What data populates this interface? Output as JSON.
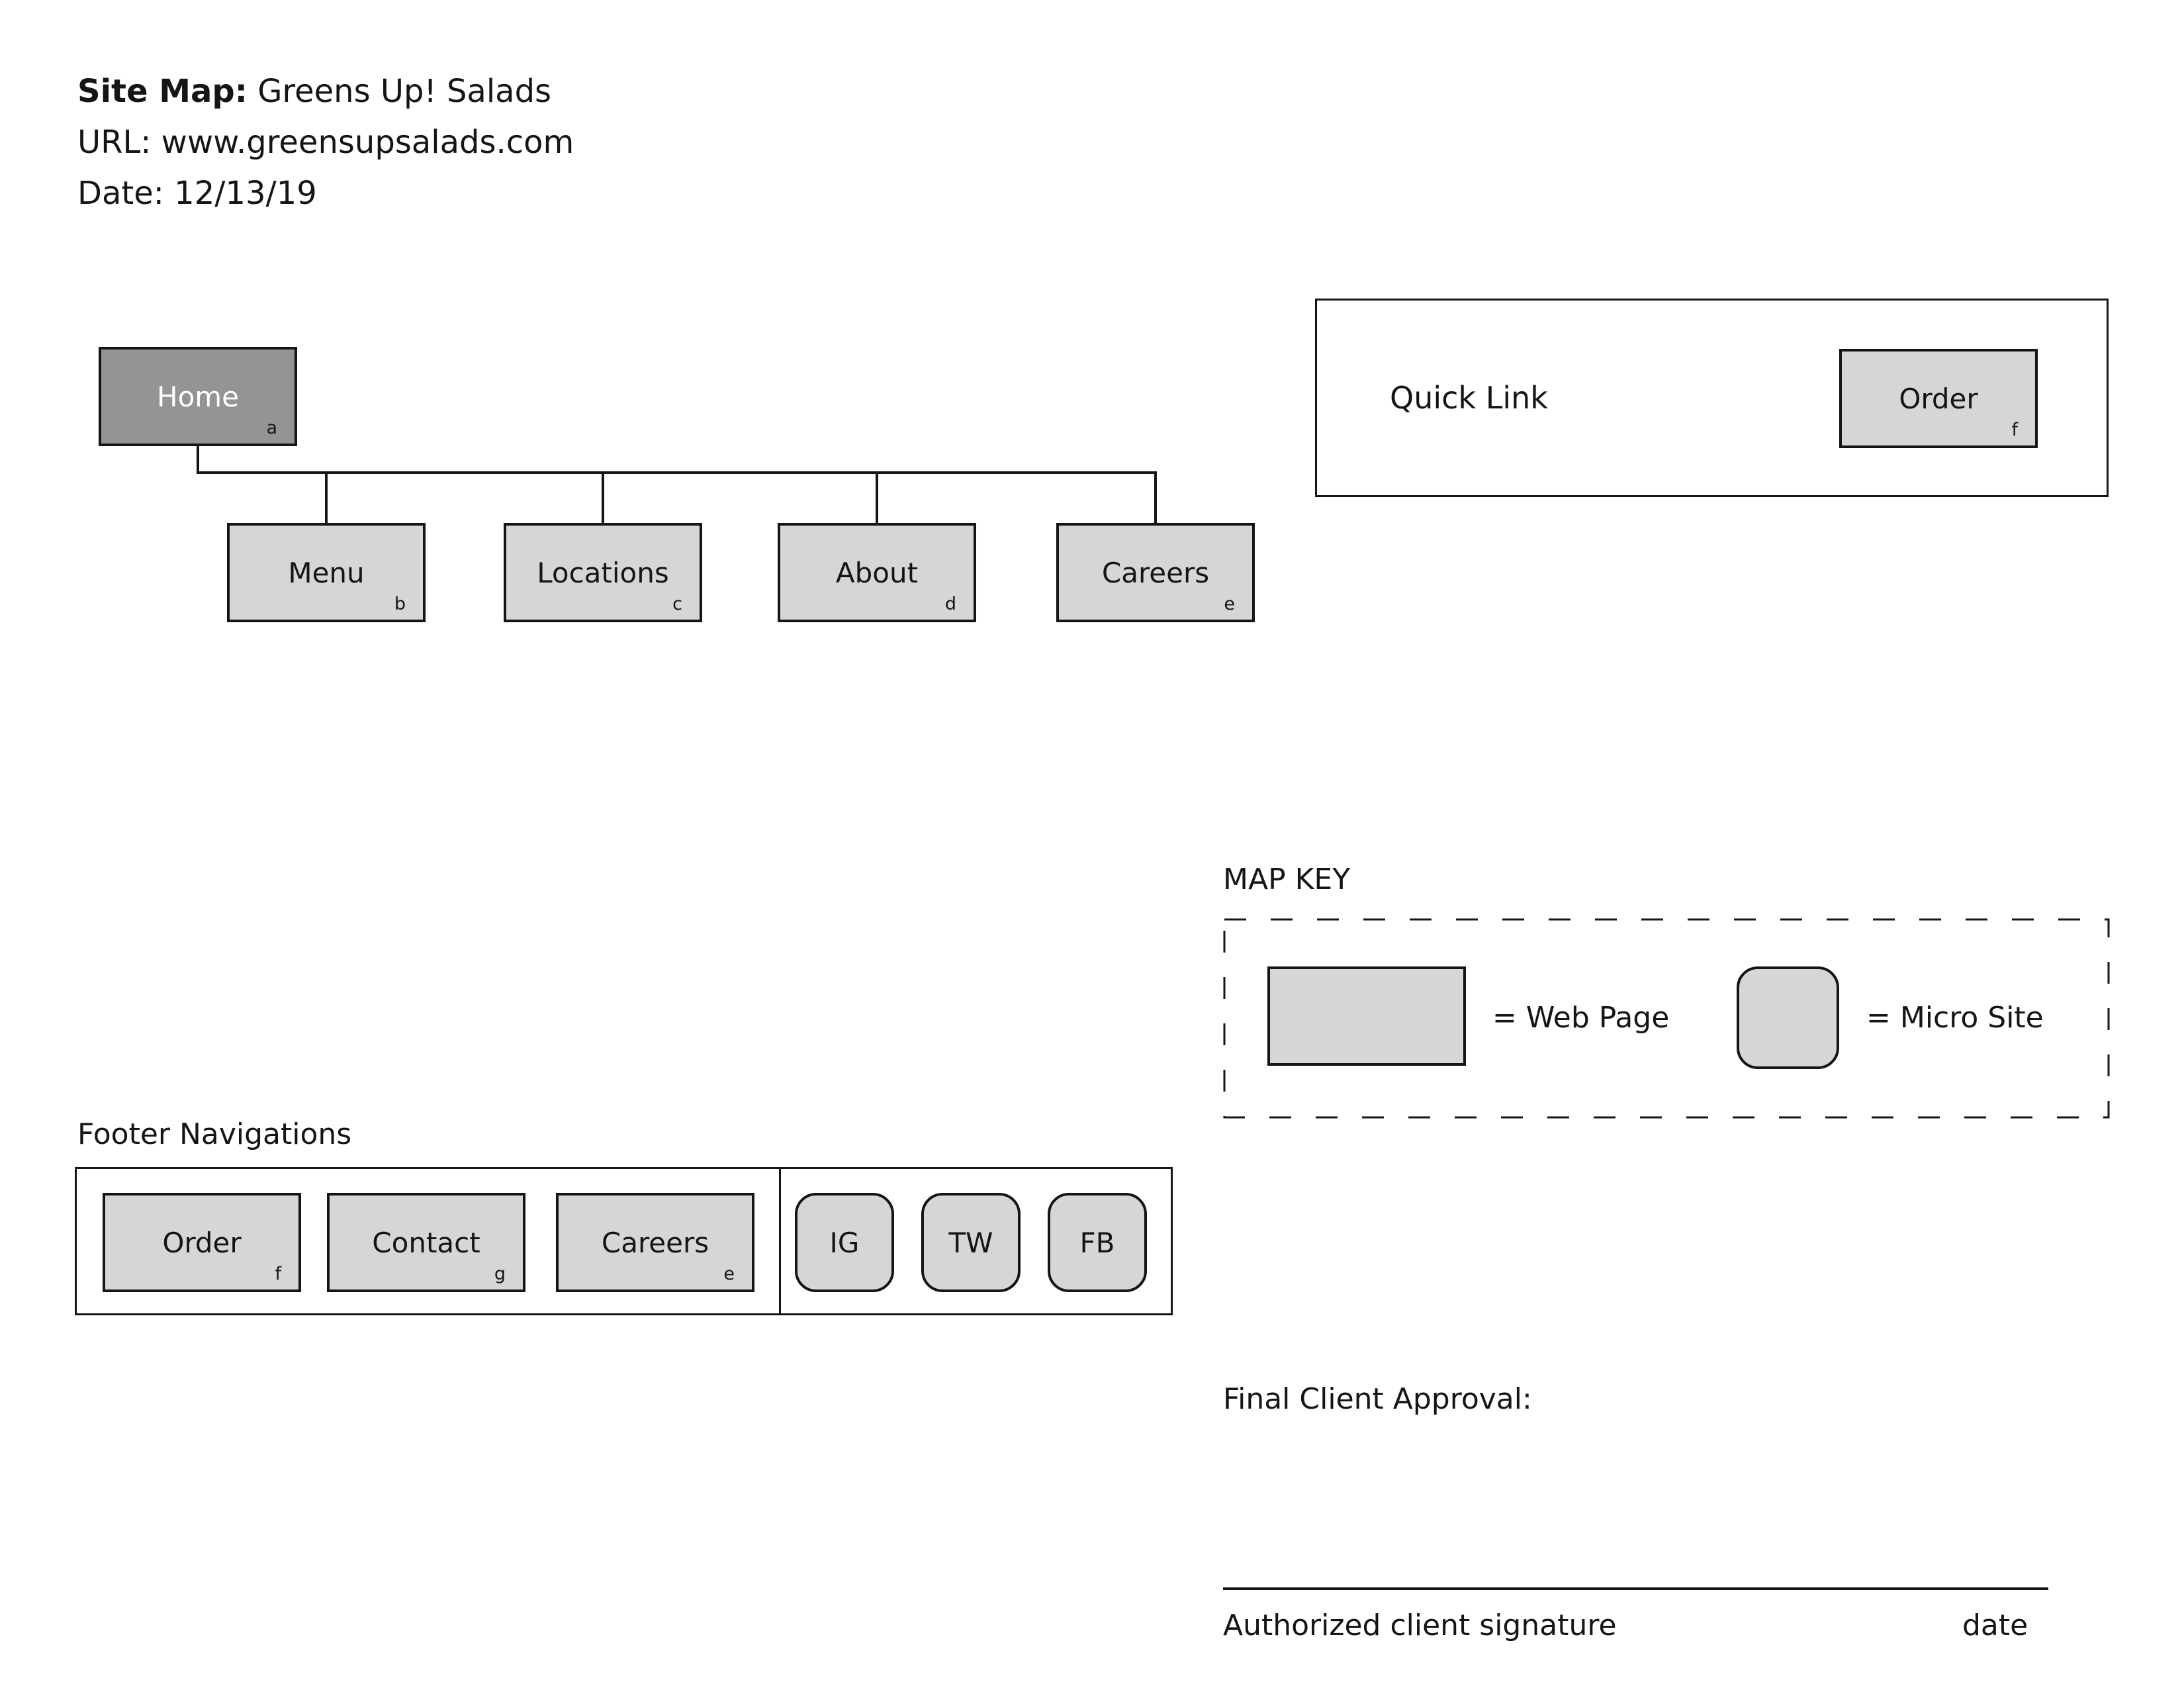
{
  "header": {
    "site_map_label": "Site Map:",
    "site_map_value": " Greens Up! Salads",
    "url_line": "URL: www.greensupsalads.com",
    "date_line": "Date: 12/13/19"
  },
  "sitemap": {
    "root": {
      "label": "Home",
      "letter": "a"
    },
    "children": [
      {
        "label": "Menu",
        "letter": "b"
      },
      {
        "label": "Locations",
        "letter": "c"
      },
      {
        "label": "About",
        "letter": "d"
      },
      {
        "label": "Careers",
        "letter": "e"
      }
    ]
  },
  "quick_link": {
    "title": "Quick Link",
    "button": {
      "label": "Order",
      "letter": "f"
    }
  },
  "map_key": {
    "title": "MAP KEY",
    "web_page_label": "= Web Page",
    "micro_site_label": "= Micro Site"
  },
  "footer_nav": {
    "title": "Footer Navigations",
    "pages": [
      {
        "label": "Order",
        "letter": "f"
      },
      {
        "label": "Contact",
        "letter": "g"
      },
      {
        "label": "Careers",
        "letter": "e"
      }
    ],
    "social": [
      {
        "label": "IG"
      },
      {
        "label": "TW"
      },
      {
        "label": "FB"
      }
    ]
  },
  "approval": {
    "title": "Final Client Approval:",
    "signature_label": "Authorized client signature",
    "date_label": "date"
  },
  "colors": {
    "root_fill": "#949494",
    "node_fill": "#d6d6d6",
    "ink": "#151515"
  }
}
